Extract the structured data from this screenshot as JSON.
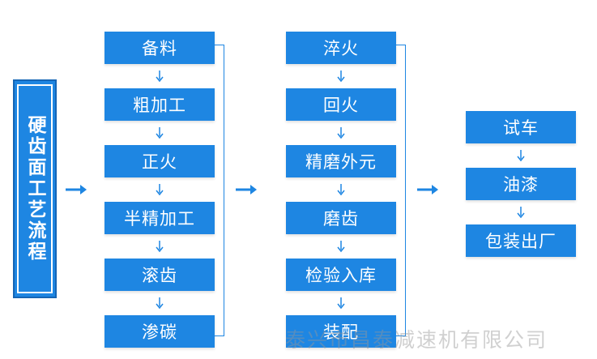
{
  "title": "硬齿面工艺流程",
  "column1": [
    "备料",
    "粗加工",
    "正火",
    "半精加工",
    "滚齿",
    "渗碳"
  ],
  "column2": [
    "淬火",
    "回火",
    "精磨外元",
    "磨齿",
    "检验入库",
    "装配"
  ],
  "column3": [
    "试车",
    "油漆",
    "包装出厂"
  ],
  "watermark": "泰兴市昌泰减速机有限公司",
  "colors": {
    "box": "#1e86e2",
    "arrow": "#1e86e2",
    "text": "#ffffff"
  }
}
